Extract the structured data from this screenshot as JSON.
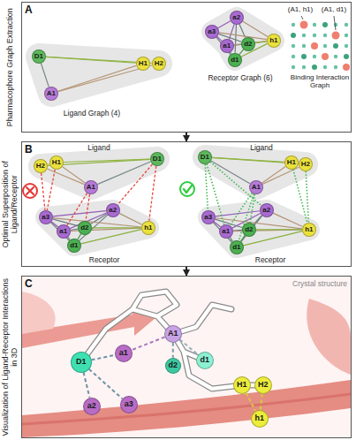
{
  "diagram": {
    "nodes": [
      {
        "text": [
          "A",
          "Pharmacophore Graph Extraction"
        ]
      },
      {
        "text": [
          "D1"
        ],
        "in": 0
      },
      {
        "text": [
          "A1"
        ],
        "in": 0
      },
      {
        "text": [
          "H1"
        ],
        "in": 0
      },
      {
        "text": [
          "H2"
        ],
        "in": 0
      },
      {
        "text": [
          "a2"
        ],
        "in": 0
      },
      {
        "text": [
          "a3"
        ],
        "in": 0
      },
      {
        "text": [
          "a1"
        ],
        "in": 0
      },
      {
        "text": [
          "d2"
        ],
        "in": 0
      },
      {
        "text": [
          "d1"
        ],
        "in": 0
      },
      {
        "text": [
          "h1"
        ],
        "in": 0
      },
      {
        "text": [
          "B",
          "Optimal Superposition of Ligand/Receptor"
        ]
      },
      {
        "text": [
          "H2"
        ],
        "in": 11
      },
      {
        "text": [
          "H1"
        ],
        "in": 11
      },
      {
        "text": [
          "D1"
        ],
        "in": 11
      },
      {
        "text": [
          "A1"
        ],
        "in": 11
      },
      {
        "text": [
          "a2"
        ],
        "in": 11
      },
      {
        "text": [
          "a3"
        ],
        "in": 11
      },
      {
        "text": [
          "a1"
        ],
        "in": 11
      },
      {
        "text": [
          "d2"
        ],
        "in": 11
      },
      {
        "text": [
          "d1"
        ],
        "in": 11
      },
      {
        "text": [
          "h1"
        ],
        "in": 11
      },
      {
        "text": [
          "D1"
        ],
        "in": 11
      },
      {
        "text": [
          "H1"
        ],
        "in": 11
      },
      {
        "text": [
          "H2"
        ],
        "in": 11
      },
      {
        "text": [
          "A1"
        ],
        "in": 11
      },
      {
        "text": [
          "a2"
        ],
        "in": 11
      },
      {
        "text": [
          "a3"
        ],
        "in": 11
      },
      {
        "text": [
          "a1"
        ],
        "in": 11
      },
      {
        "text": [
          "d2"
        ],
        "in": 11
      },
      {
        "text": [
          "d1"
        ],
        "in": 11
      },
      {
        "text": [
          "h1"
        ],
        "in": 11
      },
      {
        "text": [
          "C",
          "Visualization of Ligand-Receptor Interactions in 3D"
        ]
      },
      {
        "text": [
          "D1"
        ],
        "in": 32
      },
      {
        "text": [
          "a1"
        ],
        "in": 32
      },
      {
        "text": [
          "A1"
        ],
        "in": 32
      },
      {
        "text": [
          "d1"
        ],
        "in": 32
      },
      {
        "text": [
          "d2"
        ],
        "in": 32
      },
      {
        "text": [
          "a2"
        ],
        "in": 32
      },
      {
        "text": [
          "a3"
        ],
        "in": 32
      },
      {
        "text": [
          "H1"
        ],
        "in": 32
      },
      {
        "text": [
          "H2"
        ],
        "in": 32
      },
      {
        "text": [
          "h1"
        ],
        "in": 32
      }
    ],
    "edges": [
      {
        "from": 0,
        "to": 11,
        "arrow": "to"
      },
      {
        "from": 11,
        "to": 32,
        "arrow": "to"
      },
      {
        "from": 1,
        "to": 2,
        "arrow": "none"
      },
      {
        "from": 1,
        "to": 3,
        "arrow": "none"
      },
      {
        "from": 1,
        "to": 4,
        "arrow": "none"
      },
      {
        "from": 2,
        "to": 3,
        "arrow": "none"
      },
      {
        "from": 2,
        "to": 4,
        "arrow": "none"
      },
      {
        "from": 3,
        "to": 4,
        "arrow": "none"
      },
      {
        "from": 5,
        "to": 6,
        "arrow": "none"
      },
      {
        "from": 5,
        "to": 7,
        "arrow": "none"
      },
      {
        "from": 5,
        "to": 8,
        "arrow": "none"
      },
      {
        "from": 5,
        "to": 9,
        "arrow": "none"
      },
      {
        "from": 5,
        "to": 10,
        "arrow": "none"
      },
      {
        "from": 6,
        "to": 7,
        "arrow": "none"
      },
      {
        "from": 6,
        "to": 8,
        "arrow": "none"
      },
      {
        "from": 6,
        "to": 9,
        "arrow": "none"
      },
      {
        "from": 6,
        "to": 10,
        "arrow": "none"
      },
      {
        "from": 7,
        "to": 8,
        "arrow": "none"
      },
      {
        "from": 7,
        "to": 9,
        "arrow": "none"
      },
      {
        "from": 7,
        "to": 10,
        "arrow": "none"
      },
      {
        "from": 8,
        "to": 9,
        "arrow": "none"
      },
      {
        "from": 8,
        "to": 10,
        "arrow": "none"
      },
      {
        "from": 9,
        "to": 10,
        "arrow": "none"
      },
      {
        "from": 12,
        "to": 13,
        "arrow": "none"
      },
      {
        "from": 12,
        "to": 14,
        "arrow": "none"
      },
      {
        "from": 12,
        "to": 15,
        "arrow": "none"
      },
      {
        "from": 13,
        "to": 14,
        "arrow": "none"
      },
      {
        "from": 13,
        "to": 15,
        "arrow": "none"
      },
      {
        "from": 14,
        "to": 15,
        "arrow": "none"
      },
      {
        "from": 16,
        "to": 17,
        "arrow": "none"
      },
      {
        "from": 16,
        "to": 18,
        "arrow": "none"
      },
      {
        "from": 16,
        "to": 19,
        "arrow": "none"
      },
      {
        "from": 16,
        "to": 20,
        "arrow": "none"
      },
      {
        "from": 16,
        "to": 21,
        "arrow": "none"
      },
      {
        "from": 17,
        "to": 18,
        "arrow": "none"
      },
      {
        "from": 17,
        "to": 19,
        "arrow": "none"
      },
      {
        "from": 17,
        "to": 20,
        "arrow": "none"
      },
      {
        "from": 17,
        "to": 21,
        "arrow": "none"
      },
      {
        "from": 18,
        "to": 19,
        "arrow": "none"
      },
      {
        "from": 18,
        "to": 20,
        "arrow": "none"
      },
      {
        "from": 18,
        "to": 21,
        "arrow": "none"
      },
      {
        "from": 19,
        "to": 20,
        "arrow": "none"
      },
      {
        "from": 19,
        "to": 21,
        "arrow": "none"
      },
      {
        "from": 20,
        "to": 21,
        "arrow": "none"
      },
      {
        "from": 12,
        "to": 17,
        "arrow": "none"
      },
      {
        "from": 13,
        "to": 17,
        "arrow": "none"
      },
      {
        "from": 15,
        "to": 18,
        "arrow": "none"
      },
      {
        "from": 15,
        "to": 19,
        "arrow": "none"
      },
      {
        "from": 14,
        "to": 21,
        "arrow": "none"
      },
      {
        "from": 14,
        "to": 16,
        "arrow": "none"
      },
      {
        "from": 22,
        "to": 23,
        "arrow": "none"
      },
      {
        "from": 22,
        "to": 24,
        "arrow": "none"
      },
      {
        "from": 22,
        "to": 25,
        "arrow": "none"
      },
      {
        "from": 23,
        "to": 24,
        "arrow": "none"
      },
      {
        "from": 23,
        "to": 25,
        "arrow": "none"
      },
      {
        "from": 24,
        "to": 25,
        "arrow": "none"
      },
      {
        "from": 26,
        "to": 27,
        "arrow": "none"
      },
      {
        "from": 26,
        "to": 28,
        "arrow": "none"
      },
      {
        "from": 26,
        "to": 29,
        "arrow": "none"
      },
      {
        "from": 26,
        "to": 30,
        "arrow": "none"
      },
      {
        "from": 26,
        "to": 31,
        "arrow": "none"
      },
      {
        "from": 27,
        "to": 28,
        "arrow": "none"
      },
      {
        "from": 27,
        "to": 29,
        "arrow": "none"
      },
      {
        "from": 27,
        "to": 30,
        "arrow": "none"
      },
      {
        "from": 27,
        "to": 31,
        "arrow": "none"
      },
      {
        "from": 28,
        "to": 29,
        "arrow": "none"
      },
      {
        "from": 28,
        "to": 30,
        "arrow": "none"
      },
      {
        "from": 28,
        "to": 31,
        "arrow": "none"
      },
      {
        "from": 29,
        "to": 30,
        "arrow": "none"
      },
      {
        "from": 29,
        "to": 31,
        "arrow": "none"
      },
      {
        "from": 30,
        "to": 31,
        "arrow": "none"
      },
      {
        "from": 22,
        "to": 28,
        "arrow": "none"
      },
      {
        "from": 22,
        "to": 26,
        "arrow": "none"
      },
      {
        "from": 22,
        "to": 27,
        "arrow": "none"
      },
      {
        "from": 25,
        "to": 28,
        "arrow": "none"
      },
      {
        "from": 25,
        "to": 30,
        "arrow": "none"
      },
      {
        "from": 25,
        "to": 29,
        "arrow": "none"
      },
      {
        "from": 23,
        "to": 31,
        "arrow": "none"
      },
      {
        "from": 24,
        "to": 31,
        "arrow": "none"
      },
      {
        "from": 33,
        "to": 34,
        "arrow": "none"
      },
      {
        "from": 33,
        "to": 38,
        "arrow": "none"
      },
      {
        "from": 33,
        "to": 39,
        "arrow": "none"
      },
      {
        "from": 35,
        "to": 34,
        "arrow": "none"
      },
      {
        "from": 35,
        "to": 36,
        "arrow": "none"
      },
      {
        "from": 35,
        "to": 37,
        "arrow": "none"
      },
      {
        "from": 40,
        "to": 42,
        "arrow": "none"
      },
      {
        "from": 41,
        "to": 42,
        "arrow": "none"
      }
    ],
    "labels": [
      "Ligand Graph (4)",
      "Receptor Graph (6)",
      "(A1, h1)",
      "(A1, d1)",
      "Binding Interaction Graph",
      "Ligand",
      "Receptor",
      "Ligand",
      "Receptor",
      "Crystal structure"
    ]
  }
}
